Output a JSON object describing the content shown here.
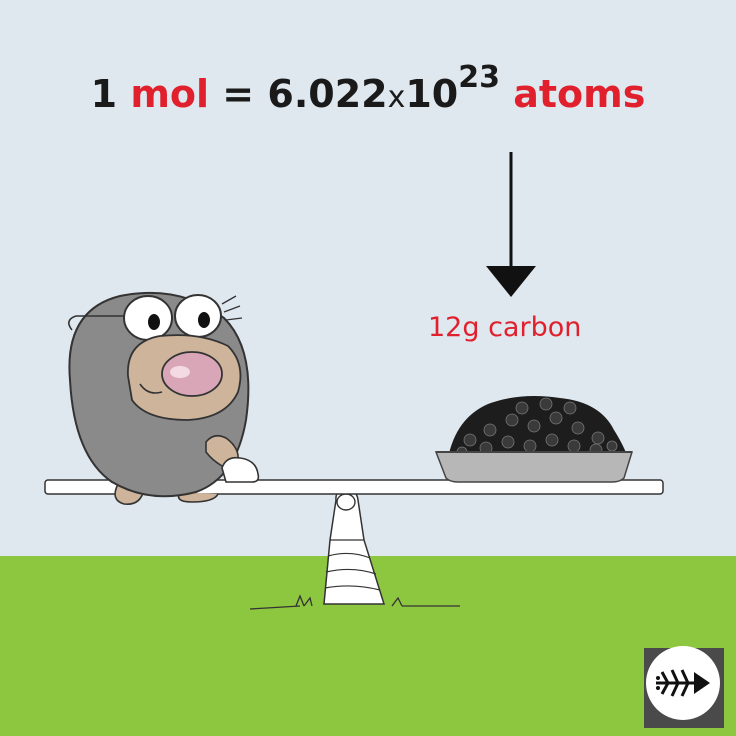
{
  "equation": {
    "number": "1",
    "unit": "mol",
    "equals": "=",
    "mantissa": "6.022",
    "times": "x",
    "base": "10",
    "exponent": "23",
    "suffix": "atoms"
  },
  "carbon_label": "12g carbon",
  "colors": {
    "sky": "#dfe8ef",
    "grass": "#8dc63f",
    "accent_red": "#e0202c",
    "text": "#1a1a1a"
  },
  "icons": {
    "arrow": "down-arrow-icon",
    "logo": "fish-bone-logo-icon"
  }
}
